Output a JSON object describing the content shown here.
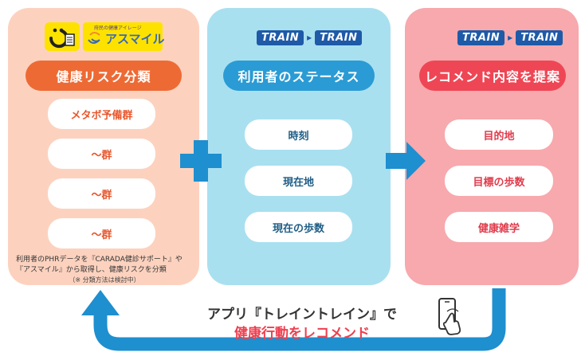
{
  "left_panel": {
    "logo1_text": "C",
    "logo2_small": "府民の健康アイレージ",
    "logo2_text": "アスマイル",
    "header": "健康リスク分類",
    "items": [
      "メタボ予備群",
      "〜群",
      "〜群",
      "〜群"
    ],
    "note_line1": "利用者のPHRデータを『CARADA健診サポート』や",
    "note_line2": "『アスマイル』から取得し、健康リスクを分類",
    "note_line3": "（※ 分類方法は検討中）"
  },
  "middle_panel": {
    "logo": [
      "TRAIN",
      "TRAIN"
    ],
    "header": "利用者のステータス",
    "items": [
      "時刻",
      "現在地",
      "現在の歩数"
    ]
  },
  "right_panel": {
    "logo": [
      "TRAIN",
      "TRAIN"
    ],
    "header": "レコメンド内容を提案",
    "items": [
      "目的地",
      "目標の歩数",
      "健康雑学"
    ]
  },
  "caption": {
    "line1": "アプリ『トレイントレイン』で",
    "line2": "健康行動をレコメンド"
  },
  "colors": {
    "left_bg": "#fcd2bf",
    "mid_bg": "#a9e0f0",
    "right_bg": "#f7a9ad",
    "accent_blue": "#1e8fcf",
    "accent_red": "#ef3f4f"
  },
  "icons": [
    "plus-icon",
    "arrow-right-icon",
    "loop-arrow-icon",
    "phone-tap-icon"
  ]
}
